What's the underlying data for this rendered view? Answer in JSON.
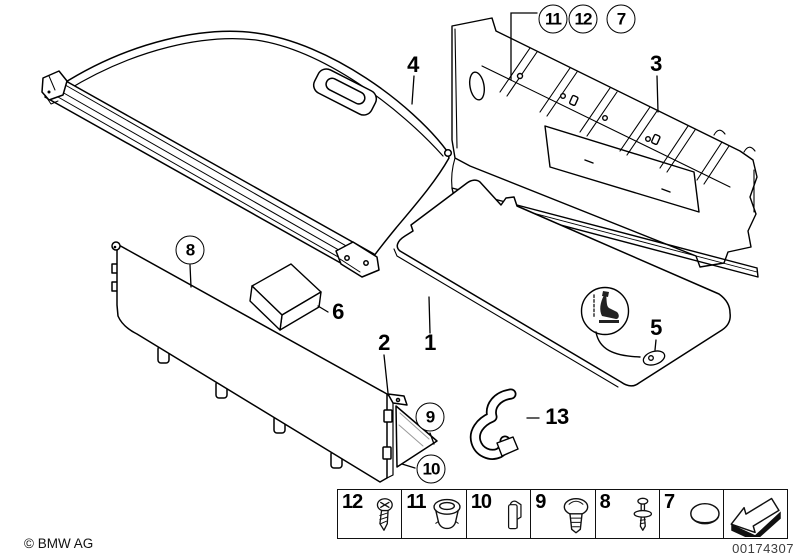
{
  "footer": {
    "copyright": "© BMW AG",
    "image_number": "00174307"
  },
  "callouts": {
    "c1": "1",
    "c2": "2",
    "c3": "3",
    "c4": "4",
    "c5": "5",
    "c6": "6",
    "c7": "7",
    "c8": "8",
    "c9": "9",
    "c10": "10",
    "c11": "11",
    "c12": "12",
    "c13": "13"
  },
  "legend": {
    "items": [
      {
        "number": "12",
        "icon": "tapping-screw-icon"
      },
      {
        "number": "11",
        "icon": "grommet-icon"
      },
      {
        "number": "10",
        "icon": "sheet-metal-clip-icon"
      },
      {
        "number": "9",
        "icon": "rivet-nut-icon"
      },
      {
        "number": "8",
        "icon": "expansion-rivet-icon"
      },
      {
        "number": "7",
        "icon": "blind-plug-icon"
      }
    ],
    "arrow_icon": "direction-arrow-icon"
  },
  "colors": {
    "line": "#000000",
    "background": "#ffffff"
  }
}
